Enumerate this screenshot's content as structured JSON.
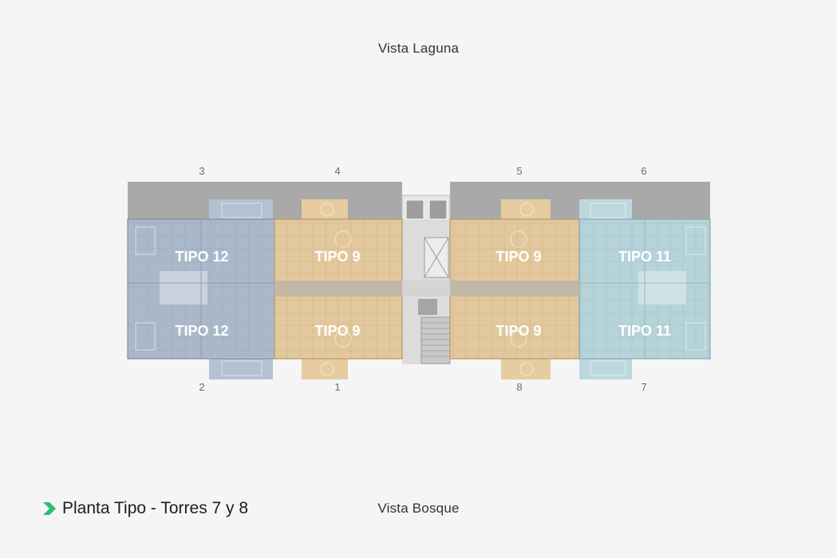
{
  "views": {
    "top": "Vista Laguna",
    "bottom": "Vista Bosque"
  },
  "units": {
    "top": [
      "3",
      "4",
      "5",
      "6"
    ],
    "bottom": [
      "2",
      "1",
      "8",
      "7"
    ]
  },
  "types": {
    "tipo12_top": "TIPO 12",
    "tipo12_bottom": "TIPO 12",
    "tipo9_a_top": "TIPO 9",
    "tipo9_a_bottom": "TIPO 9",
    "tipo9_b_top": "TIPO 9",
    "tipo9_b_bottom": "TIPO 9",
    "tipo11_top": "TIPO 11",
    "tipo11_bottom": "TIPO 11"
  },
  "footer": {
    "title": "Planta Tipo - Torres 7 y 8"
  },
  "colors": {
    "background": "#f5f5f5",
    "terrace": "#a9a9a9",
    "corridor": "#c2b7a6",
    "tipo12": "#aab8c9",
    "tipo9": "#e2c89c",
    "tipo11": "#b5d3d9",
    "core": "#d8d8d8",
    "accent": "#27c16b"
  }
}
